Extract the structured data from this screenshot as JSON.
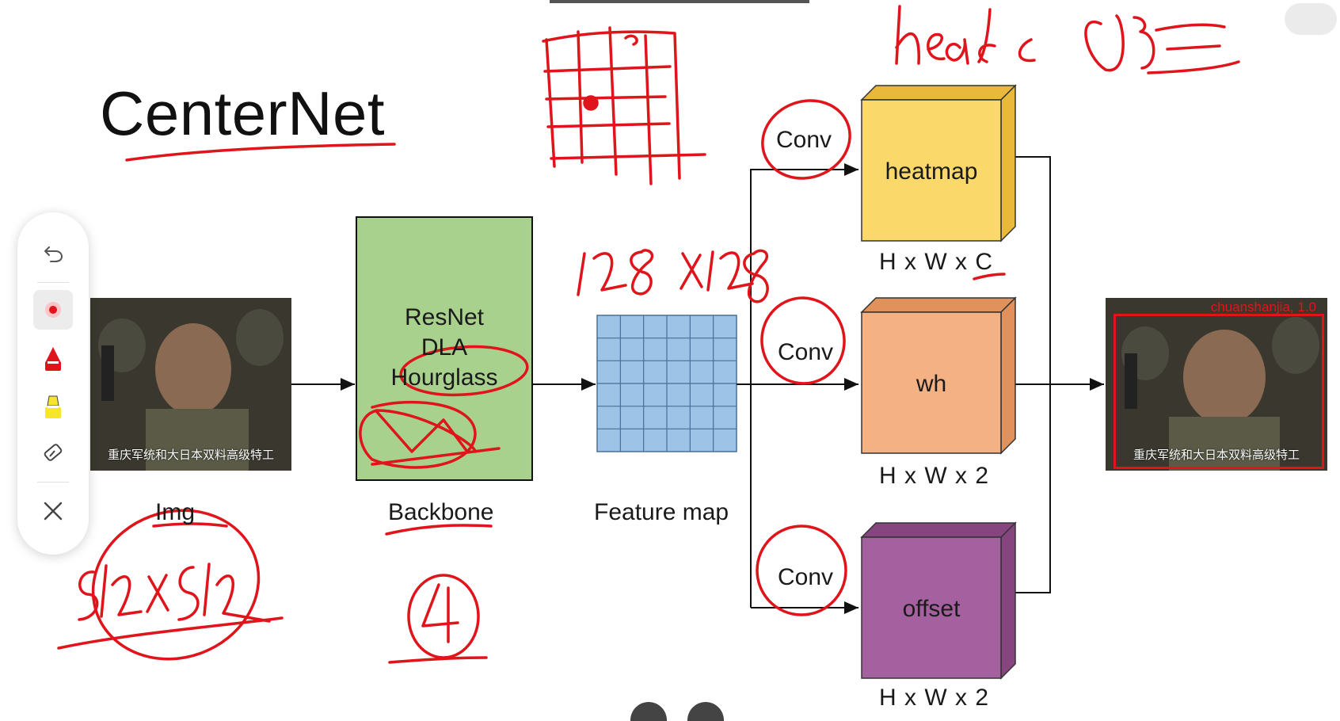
{
  "title": "CenterNet",
  "diagram": {
    "input_label": "Img",
    "backbone_lines": [
      "ResNet",
      "DLA",
      "Hourglass"
    ],
    "backbone_label": "Backbone",
    "feature_label": "Feature map",
    "conv_labels": [
      "Conv",
      "Conv",
      "Conv"
    ],
    "heads": [
      {
        "name": "heatmap",
        "dims": "H x W x C",
        "color": "#fbd86a",
        "side": "#e8b93a"
      },
      {
        "name": "wh",
        "dims": "H x W x 2",
        "color": "#f4b183",
        "side": "#e0915c"
      },
      {
        "name": "offset",
        "dims": "H x W x 2",
        "color": "#a5619f",
        "side": "#86457f"
      }
    ],
    "backbone_color": "#a9d18e",
    "feature_color": "#9dc3e6",
    "photo_caption": "重庆军统和大日本双料高级特工",
    "detection_label": "chuanshanjia, 1.0"
  },
  "annotation_color": "#e0141b",
  "toolbar": {
    "tools": [
      {
        "name": "undo-icon"
      },
      {
        "name": "laser-pointer-icon"
      },
      {
        "name": "red-pen-icon"
      },
      {
        "name": "highlighter-icon"
      },
      {
        "name": "eraser-icon"
      },
      {
        "name": "close-icon"
      }
    ]
  }
}
